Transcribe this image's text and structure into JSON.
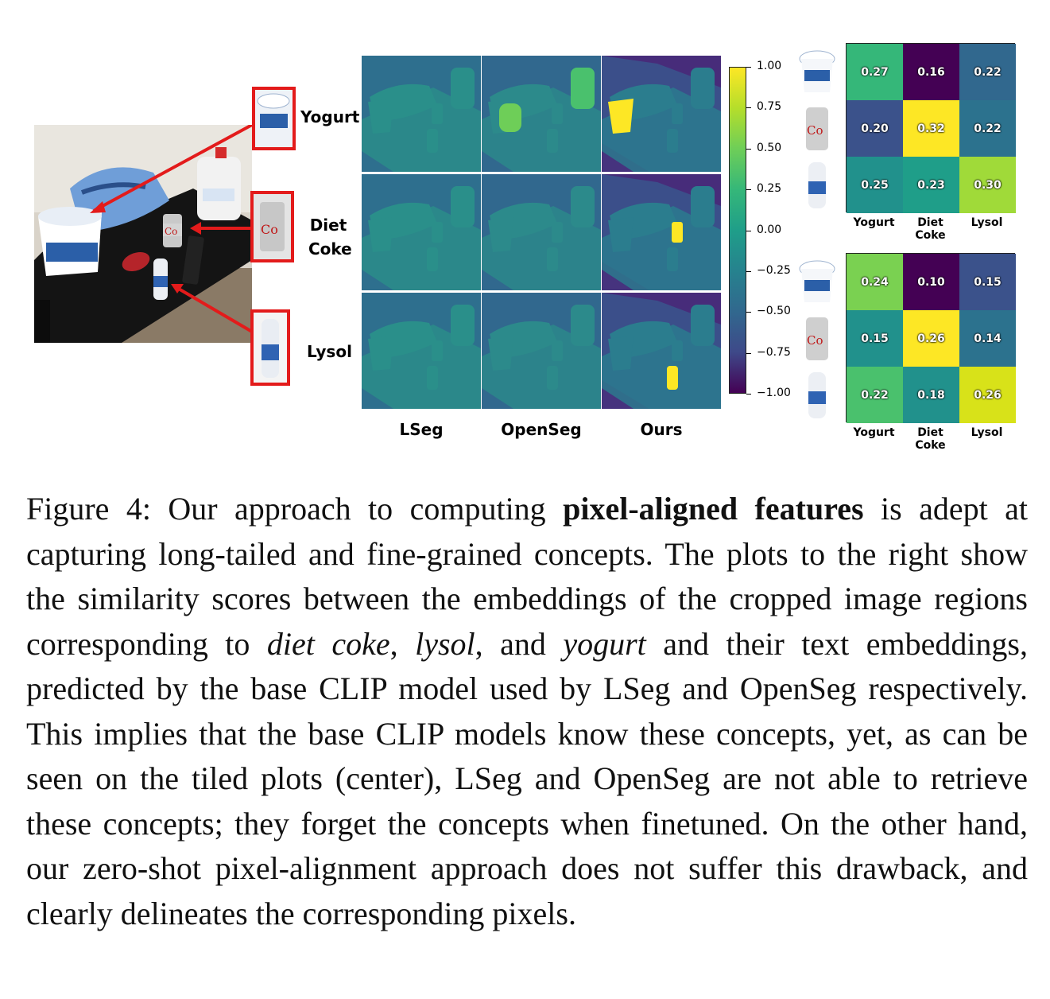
{
  "objects": {
    "yogurt": "Yogurt",
    "diet_coke_line1": "Diet",
    "diet_coke_line2": "Coke",
    "lysol": "Lysol"
  },
  "methods": [
    "LSeg",
    "OpenSeg",
    "Ours"
  ],
  "colorbar": {
    "colormap": "viridis",
    "ticks": [
      "1.00",
      "0.75",
      "0.50",
      "0.25",
      "0.00",
      "−0.25",
      "−0.50",
      "−0.75",
      "−1.00"
    ]
  },
  "matrices": [
    {
      "rows": [
        "Yogurt",
        "Diet Coke",
        "Lysol"
      ],
      "cols": [
        "Yogurt",
        "Diet Coke",
        "Lysol"
      ],
      "values": [
        [
          "0.27",
          "0.16",
          "0.22"
        ],
        [
          "0.20",
          "0.32",
          "0.22"
        ],
        [
          "0.25",
          "0.23",
          "0.30"
        ]
      ],
      "colors": [
        [
          "#35b779",
          "#440154",
          "#31688e"
        ],
        [
          "#3b528b",
          "#fde725",
          "#2c728e"
        ],
        [
          "#21918c",
          "#1f9e89",
          "#a0da39"
        ]
      ]
    },
    {
      "rows": [
        "Yogurt",
        "Diet Coke",
        "Lysol"
      ],
      "cols": [
        "Yogurt",
        "Diet Coke",
        "Lysol"
      ],
      "values": [
        [
          "0.24",
          "0.10",
          "0.15"
        ],
        [
          "0.15",
          "0.26",
          "0.14"
        ],
        [
          "0.22",
          "0.18",
          "0.26"
        ]
      ],
      "colors": [
        [
          "#7ad151",
          "#440154",
          "#3b528b"
        ],
        [
          "#21918c",
          "#fde725",
          "#2c728e"
        ],
        [
          "#4ac16d",
          "#21918c",
          "#d8e219"
        ]
      ]
    }
  ],
  "caption": {
    "p1": "Figure 4: Our approach to computing ",
    "bold1": "pixel-aligned features",
    "p2": " is adept at capturing long-tailed and fine-grained concepts.  The plots to the right show the similarity scores between the embeddings of the cropped image regions corresponding to ",
    "it1": "diet coke",
    "p3": ", ",
    "it2": "lysol",
    "p4": ", and ",
    "it3": "yogurt",
    "p5": " and their text embeddings, predicted by the base CLIP model used by LSeg and OpenSeg respectively. This implies that the base CLIP models know these concepts, yet, as can be seen on the tiled plots (center), LSeg and OpenSeg are not able to retrieve these concepts; they forget the concepts when finetuned.  On the other hand, our zero-shot pixel-alignment approach does not suffer this drawback, and clearly delineates the corresponding pixels."
  }
}
